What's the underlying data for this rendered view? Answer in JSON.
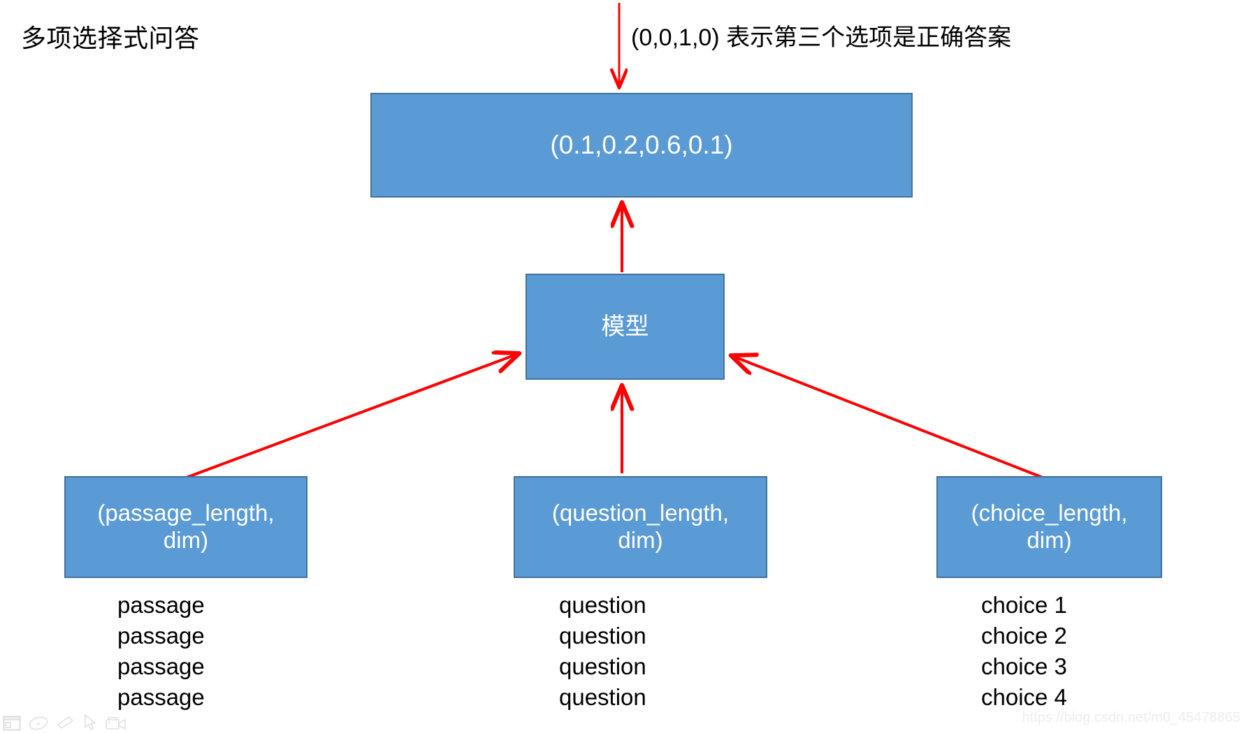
{
  "page": {
    "title": "多项选择式问答",
    "annotation": "(0,0,1,0) 表示第三个选项是正确答案",
    "watermark": "https://blog.csdn.net/m0_45478865",
    "background_color": "#FFFFFF"
  },
  "colors": {
    "box_fill": "#5B9BD5",
    "box_border": "#41719C",
    "box_text": "#FFFFFF",
    "arrow": "#FF0000",
    "body_text": "#000000",
    "watermark_text": "#EDEDED"
  },
  "boxes": {
    "output": {
      "label": "(0.1,0.2,0.6,0.1)"
    },
    "model": {
      "label": "模型"
    },
    "passage": {
      "label": "(passage_length,\ndim)",
      "line1": "(passage_length,",
      "line2": "dim)"
    },
    "question": {
      "label": "(question_length,\ndim)",
      "line1": "(question_length,",
      "line2": "dim)"
    },
    "choice": {
      "label": "(choice_length,\ndim)",
      "line1": "(choice_length,",
      "line2": "dim)"
    }
  },
  "columns": {
    "passage": [
      "passage",
      "passage",
      "passage",
      "passage"
    ],
    "question": [
      "question",
      "question",
      "question",
      "question"
    ],
    "choice": [
      "choice 1",
      "choice 2",
      "choice 3",
      "choice 4"
    ]
  },
  "arrows": [
    {
      "name": "annotation-to-output",
      "from": "annotation",
      "to": "output-box",
      "direction": "down"
    },
    {
      "name": "model-to-output",
      "from": "model-box",
      "to": "output-box",
      "direction": "up"
    },
    {
      "name": "passage-to-model",
      "from": "passage-box",
      "to": "model-box",
      "direction": "up-right"
    },
    {
      "name": "question-to-model",
      "from": "question-box",
      "to": "model-box",
      "direction": "up"
    },
    {
      "name": "choice-to-model",
      "from": "choice-box",
      "to": "model-box",
      "direction": "up-left"
    }
  ],
  "toolbar": {
    "icons": [
      "screen-capture-icon",
      "pen-icon",
      "eraser-icon",
      "cursor-icon",
      "camera-icon"
    ]
  }
}
